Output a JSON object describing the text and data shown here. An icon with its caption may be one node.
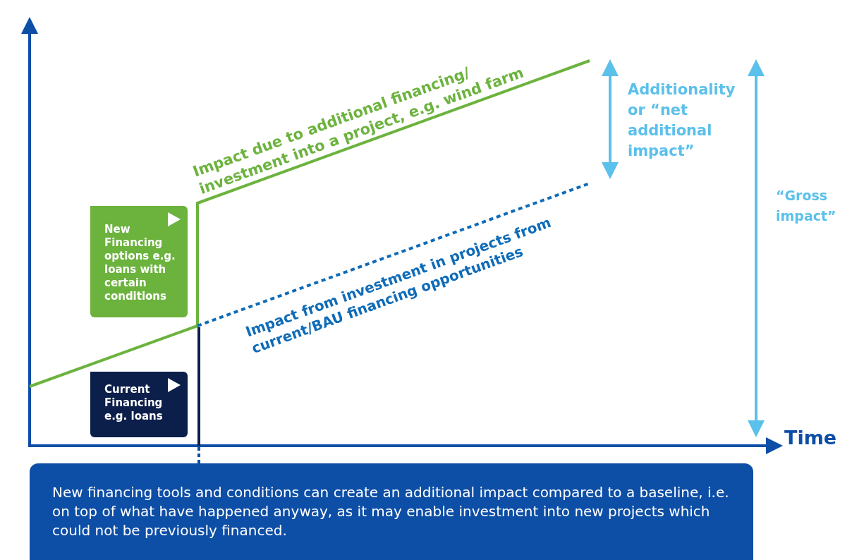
{
  "diagram": {
    "nodes": [
      {
        "text": [
          "New Financing options e.g. loans with certain conditions"
        ]
      },
      {
        "text": [
          "Current Financing e.g. loans"
        ]
      },
      {
        "text": [
          "New financing tools and conditions can create an additional impact compared to a baseline, i.e. on top of what have happened anyway, as it may enable investment into new projects which could not be previously financed."
        ]
      }
    ],
    "labels": [
      "Impact due to additional financing/ investment into a project, e.g. wind farm",
      "Impact from investment in projects from current/BAU financing opportunities",
      "Additionality or “net additional impact”",
      "“Gross impact”",
      "Time"
    ]
  }
}
